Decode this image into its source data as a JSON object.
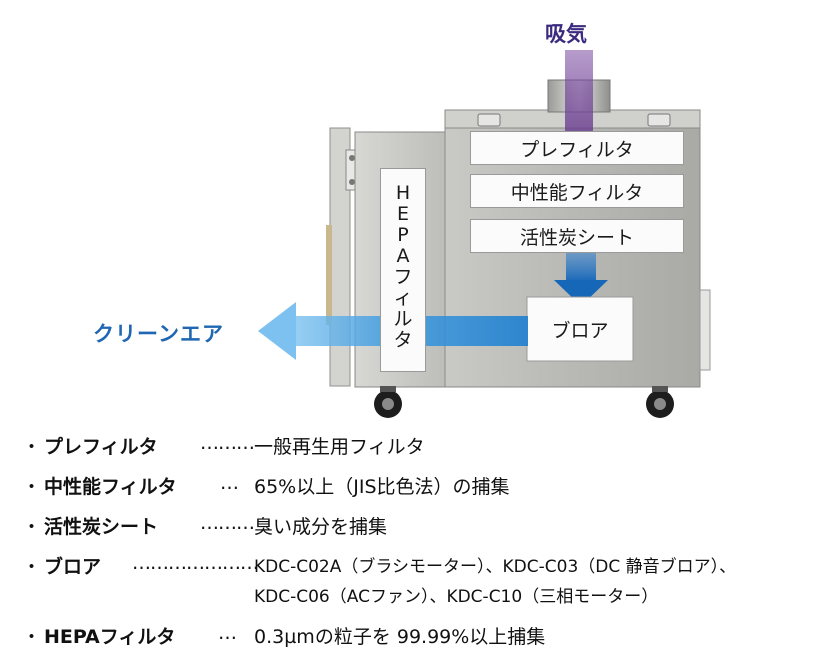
{
  "diagram": {
    "intake_label": "吸気",
    "clean_air_label": "クリーンエア",
    "filters": [
      "プレフィルタ",
      "中性能フィルタ",
      "活性炭シート"
    ],
    "blower_label": "ブロア",
    "hepa_label": "HEPAフィルタ",
    "colors": {
      "intake": "#6a3f8f",
      "flow": "#1e7fd0",
      "outflow": "#5aaee8",
      "label_intake": "#3b2a7e",
      "label_clean": "#1f66b3"
    }
  },
  "specs": [
    {
      "name": "プレフィルタ",
      "dots": "………",
      "desc": "一般再生用フィルタ"
    },
    {
      "name": "中性能フィルタ",
      "dots": "…",
      "desc": "65%以上（JIS比色法）の捕集"
    },
    {
      "name": "活性炭シート",
      "dots": "………",
      "desc": "臭い成分を捕集"
    },
    {
      "name": "ブロア",
      "dots": "…………………",
      "desc": "KDC-C02A（ブラシモーター）、KDC-C03（DC 静音ブロア）、",
      "desc2": "KDC-C06（ACファン）、KDC-C10（三相モーター）"
    },
    {
      "name": "HEPAフィルタ",
      "dots": "…",
      "desc": "0.3µmの粒子を 99.99%以上捕集"
    }
  ]
}
